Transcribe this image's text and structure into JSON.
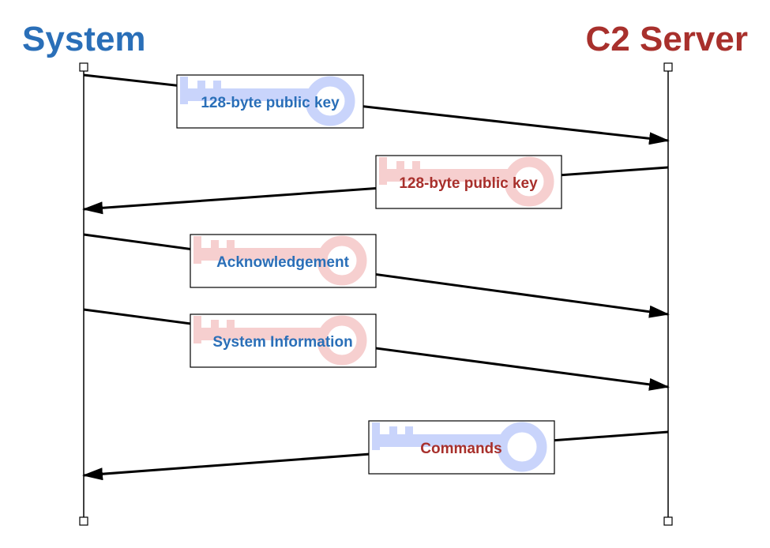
{
  "actors": {
    "left": {
      "label": "System",
      "color": "#2a6fb8"
    },
    "right": {
      "label": "C2 Server",
      "color": "#a8302c"
    }
  },
  "messages": [
    {
      "label": "128-byte public key",
      "from": "left",
      "to": "right",
      "key_icon": "key-icon",
      "key_color": "blue"
    },
    {
      "label": "128-byte public key",
      "from": "right",
      "to": "left",
      "key_icon": "key-icon",
      "key_color": "red"
    },
    {
      "label": "Acknowledgement",
      "from": "left",
      "to": "right",
      "key_icon": "key-icon",
      "key_color": "red"
    },
    {
      "label": "System Information",
      "from": "left",
      "to": "right",
      "key_icon": "key-icon",
      "key_color": "red"
    },
    {
      "label": "Commands",
      "from": "right",
      "to": "left",
      "key_icon": "key-icon",
      "key_color": "blue"
    }
  ],
  "colors": {
    "blue_text": "#2a6fb8",
    "red_text": "#a8302c",
    "blue_key": "#c9d4fb",
    "red_key": "#f6cfcf",
    "line": "#000000"
  }
}
